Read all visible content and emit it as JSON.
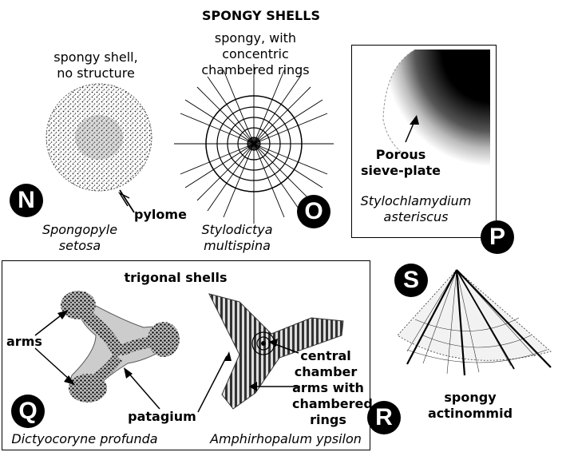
{
  "title": "SPONGY SHELLS",
  "panels": {
    "N": {
      "badge": "N",
      "caption": [
        "spongy shell,",
        "no structure"
      ],
      "label_pylome": "pylome",
      "species": [
        "Spongopyle",
        "setosa"
      ]
    },
    "O": {
      "badge": "O",
      "caption": [
        "spongy, with",
        "concentric",
        "chambered rings"
      ],
      "species": [
        "Stylodictya",
        "multispina"
      ]
    },
    "P": {
      "badge": "P",
      "label": [
        "Porous",
        "sieve-plate"
      ],
      "species": [
        "Stylochlamydium",
        "asteriscus"
      ]
    },
    "QR": {
      "title": "trigonal shells",
      "label_arms": "arms",
      "label_patagium": "patagium",
      "label_central": [
        "central",
        "chamber"
      ],
      "label_arms_rings": [
        "arms with",
        "chambered",
        "rings"
      ],
      "species_Q": "Dictyocoryne profunda",
      "species_R": "Amphirhopalum ypsilon"
    },
    "Q": {
      "badge": "Q"
    },
    "R": {
      "badge": "R"
    },
    "S": {
      "badge": "S",
      "caption": [
        "spongy",
        "actinommid"
      ]
    }
  },
  "colors": {
    "ink": "#000000",
    "paper": "#ffffff",
    "sponge": "#6a6a6a"
  }
}
